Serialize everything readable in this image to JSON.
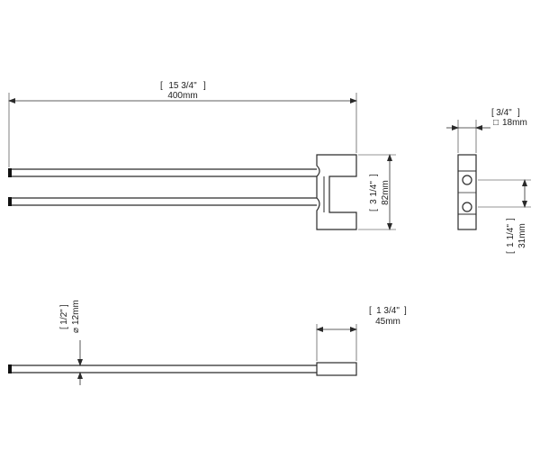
{
  "dimensions": {
    "overall_length": {
      "imperial": "15 3/4\"",
      "metric": "400mm"
    },
    "two_bar_height": {
      "imperial": "3 1/4\"",
      "metric": "82mm"
    },
    "bracket_width": {
      "imperial": "3/4\"",
      "metric": "18mm",
      "symbol": "□"
    },
    "bracket_offset": {
      "imperial": "1 1/4\"",
      "metric": "31mm"
    },
    "rod_diameter": {
      "imperial": "1/2\"",
      "metric": "12mm",
      "symbol": "⌀"
    },
    "end_cap_length": {
      "imperial": "1 3/4\"",
      "metric": "45mm"
    }
  }
}
